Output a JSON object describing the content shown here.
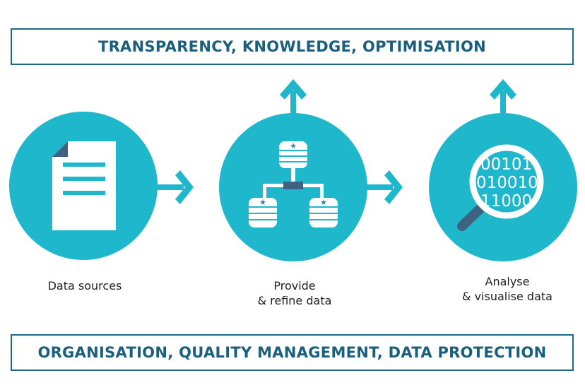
{
  "top_banner": "TRANSPARENCY, KNOWLEDGE, OPTIMISATION",
  "bottom_banner": "ORGANISATION, QUALITY MANAGEMENT, DATA PROTECTION",
  "steps": [
    {
      "label_line1": "Data sources",
      "label_line2": "",
      "icon": "document-icon"
    },
    {
      "label_line1": "Provide",
      "label_line2": "& refine data",
      "icon": "database-network-icon"
    },
    {
      "label_line1": "Analyse",
      "label_line2": "& visualise data",
      "icon": "magnifier-binary-icon"
    }
  ],
  "binary_lines": [
    "00101",
    "010010",
    "11000"
  ],
  "colors": {
    "circle": "#1fb7cb",
    "text": "#1b5f7e",
    "accent": "#2d7fc0",
    "dark": "#3f6280"
  }
}
